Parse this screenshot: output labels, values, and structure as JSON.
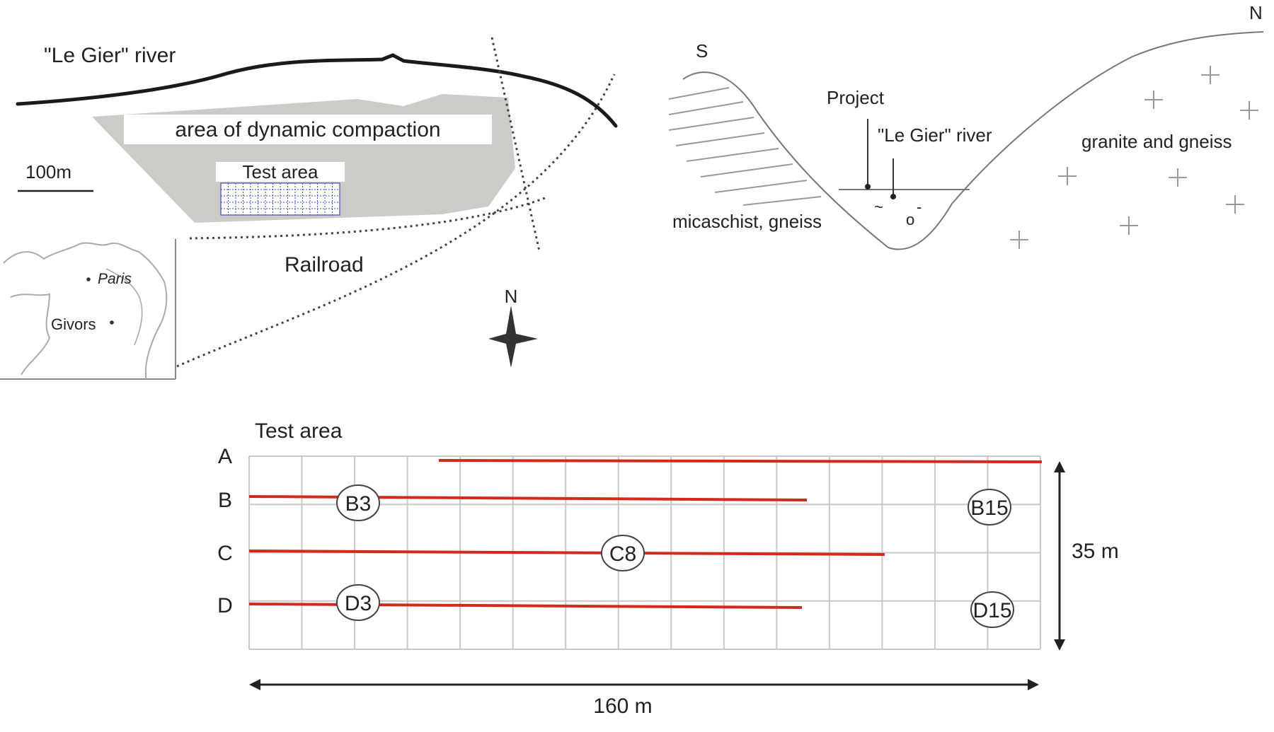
{
  "site_map": {
    "river_label": "\"Le Gier\" river",
    "compaction_label": "area of dynamic compaction",
    "test_area_label": "Test area",
    "scale_label": "100m",
    "railroad_label": "Railroad",
    "north_label": "N",
    "inset": {
      "city_1": "Paris",
      "city_2": "Givors"
    }
  },
  "cross_section": {
    "south_label": "S",
    "north_label": "N",
    "project_label": "Project",
    "river_label": "\"Le Gier\" river",
    "left_rock_label": "micaschist, gneiss",
    "right_rock_label": "granite and gneiss"
  },
  "test_grid": {
    "title": "Test area",
    "rows": [
      "A",
      "B",
      "C",
      "D"
    ],
    "points": [
      "B3",
      "B15",
      "C8",
      "D3",
      "D15"
    ],
    "height_label": "35 m",
    "width_label": "160 m",
    "line_color": "#d42a1e",
    "grid_color": "#c8c8c8"
  },
  "colors": {
    "compaction_fill": "#cdcbc8",
    "ink": "#1a1a1a",
    "grid_blue": "#3f4fb8"
  }
}
